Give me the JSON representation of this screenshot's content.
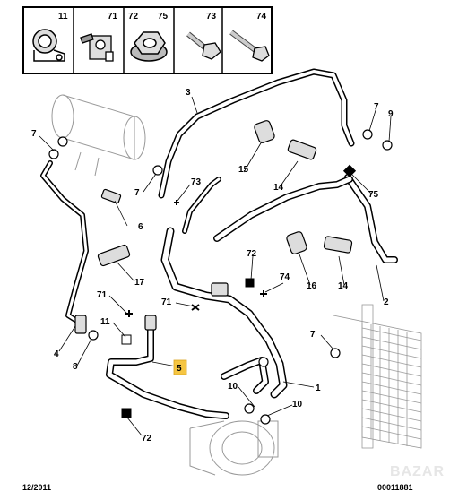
{
  "legend": {
    "items": [
      {
        "ref": "11",
        "icon": "pipe-clip-icon"
      },
      {
        "ref": "71",
        "icon": "spring-nut-clip-icon"
      },
      {
        "ref": "72",
        "ref2": "75",
        "icon": "flange-nut-icon"
      },
      {
        "ref": "73",
        "icon": "hex-bolt-icon"
      },
      {
        "ref": "74",
        "icon": "long-bolt-icon"
      }
    ]
  },
  "callouts": {
    "c3": "3",
    "c7a": "7",
    "c9": "9",
    "c7b": "7",
    "c15": "15",
    "c7c": "7",
    "c73": "73",
    "c14a": "14",
    "c75": "75",
    "c6": "6",
    "c72a": "72",
    "c16": "16",
    "c14b": "14",
    "c17": "17",
    "c2": "2",
    "c74": "74",
    "c71a": "71",
    "c71b": "71",
    "c11": "11",
    "c7d": "7",
    "c4": "4",
    "c8": "8",
    "c5": "5",
    "c10a": "10",
    "c1": "1",
    "c10b": "10",
    "c72b": "72"
  },
  "footer": {
    "date": "12/2011",
    "ref": "00011881"
  },
  "watermark": "BAZAR",
  "highlight_color": "#f5c542"
}
